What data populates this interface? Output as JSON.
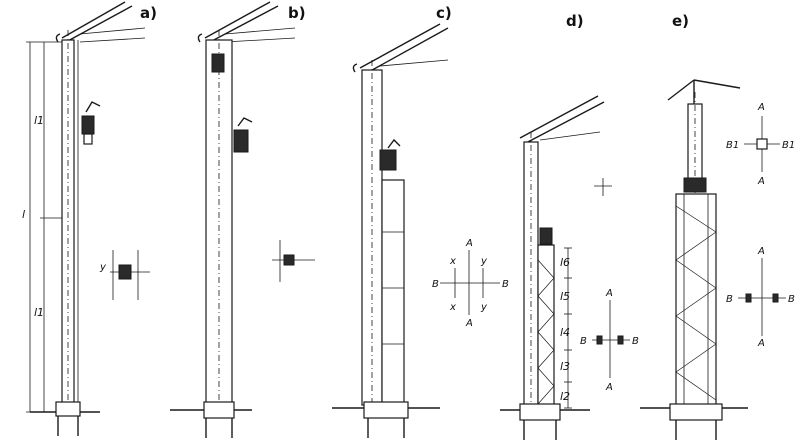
{
  "panels": [
    {
      "id": "a",
      "label": "a)"
    },
    {
      "id": "b",
      "label": "b)"
    },
    {
      "id": "c",
      "label": "c)"
    },
    {
      "id": "d",
      "label": "d)"
    },
    {
      "id": "e",
      "label": "e)"
    }
  ],
  "panel_a": {
    "dim_total": "l",
    "dim_upper": "l1",
    "dim_lower": "l1",
    "section_axis": "y"
  },
  "panel_c": {
    "axis_top_left": "x",
    "axis_top_mid": "A",
    "axis_top_right": "y",
    "axis_left": "B",
    "axis_right": "B",
    "axis_bottom_left": "x",
    "axis_bottom_mid": "A",
    "axis_bottom_right": "y"
  },
  "panel_d": {
    "dims": [
      "l6",
      "l5",
      "l4",
      "l3",
      "l2"
    ],
    "axis_top": "A",
    "axis_left": "B",
    "axis_right": "B",
    "axis_bottom": "A"
  },
  "panel_e": {
    "upper_axis_top": "A",
    "upper_axis_left": "B1",
    "upper_axis_right": "B1",
    "upper_axis_bottom": "A",
    "lower_axis_top": "A",
    "lower_axis_left": "B",
    "lower_axis_right": "B",
    "lower_axis_bottom": "A"
  }
}
